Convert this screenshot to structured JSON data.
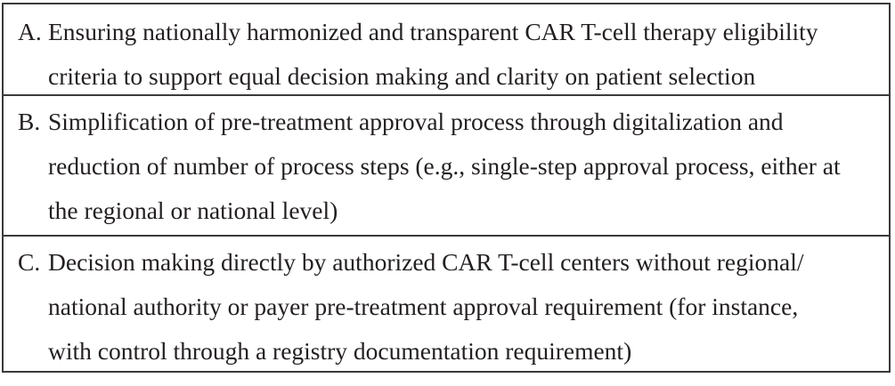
{
  "options": [
    {
      "letter": "A.",
      "lines": [
        "Ensuring nationally harmonized and transparent CAR T-cell therapy eligibility",
        "criteria to support equal decision making and clarity on patient selection"
      ]
    },
    {
      "letter": "B.",
      "lines": [
        "Simplification of pre-treatment approval process through digitalization and",
        "reduction of number of process steps (e.g., single-step approval process, either at",
        "the regional or national level)"
      ]
    },
    {
      "letter": "C.",
      "lines": [
        "Decision making directly by authorized CAR T-cell centers without regional/",
        "national authority or payer pre-treatment approval requirement (for instance,",
        "with control through a registry documentation requirement)"
      ]
    }
  ]
}
